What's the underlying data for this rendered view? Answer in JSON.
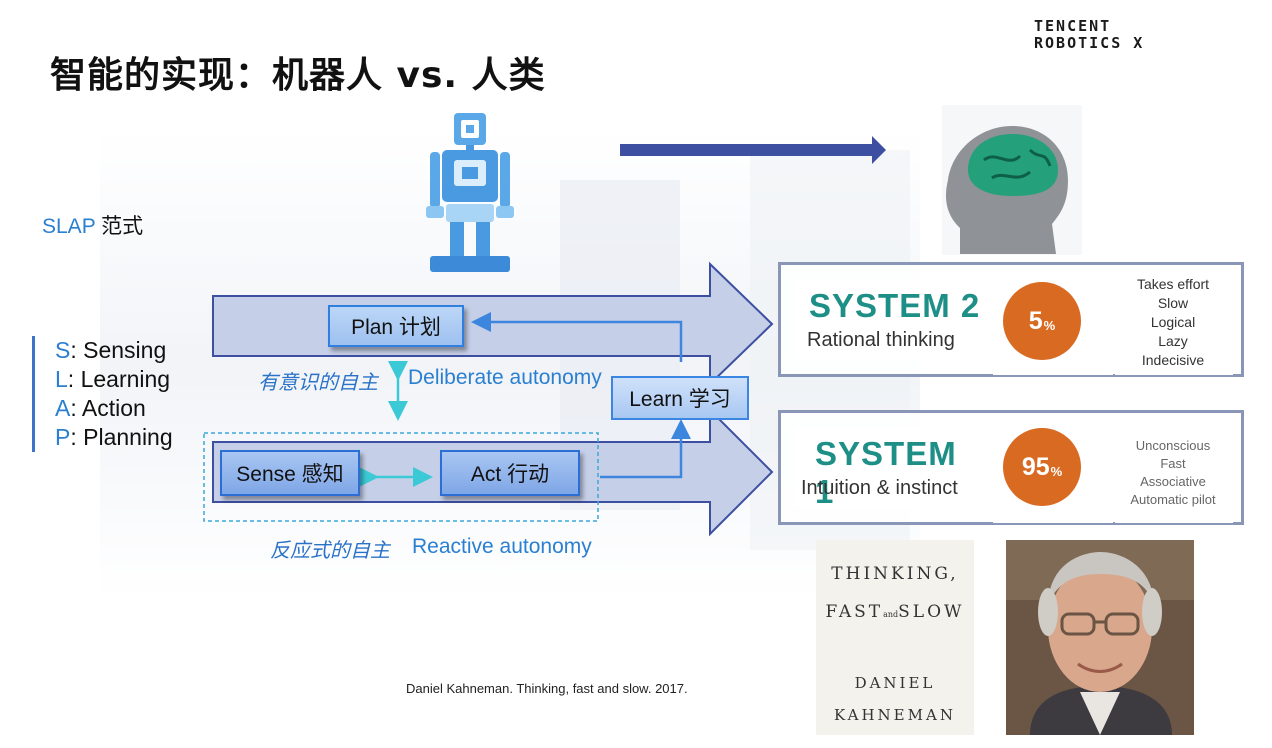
{
  "title": "智能的实现：机器人 vs. 人类",
  "brand": {
    "line1": "TENCENT",
    "line2": "ROBOTICS X"
  },
  "slap": {
    "acronym": "SLAP",
    "suffix": " 范式"
  },
  "slap_items": [
    {
      "k": "S",
      "v": ": Sensing"
    },
    {
      "k": "L",
      "v": ": Learning"
    },
    {
      "k": "A",
      "v": ": Action"
    },
    {
      "k": "P",
      "v": ": Planning"
    }
  ],
  "flow": {
    "plan": "Plan 计划",
    "learn": "Learn 学习",
    "sense": "Sense 感知",
    "act": "Act 行动",
    "deliberate_cn": "有意识的自主",
    "deliberate_en": "Deliberate autonomy",
    "reactive_cn": "反应式的自主",
    "reactive_en": "Reactive autonomy"
  },
  "system2": {
    "name": "SYSTEM 2",
    "sub": "Rational thinking",
    "pct": "5",
    "pct_unit": "%",
    "traits": [
      "Takes effort",
      "Slow",
      "Logical",
      "Lazy",
      "Indecisive"
    ]
  },
  "system1": {
    "name": "SYSTEM 1",
    "sub": "Intuition & instinct",
    "pct": "95",
    "pct_unit": "%",
    "traits": [
      "Unconscious",
      "Fast",
      "Associative",
      "Automatic pilot"
    ]
  },
  "book": {
    "line1": "THINKING,",
    "line2a": "FAST",
    "line2b": "and",
    "line2c": "SLOW",
    "line3": "DANIEL",
    "line4": "KAHNEMAN"
  },
  "citation": "Daniel Kahneman. Thinking, fast and slow. 2017.",
  "colors": {
    "accent": "#2a7fd0",
    "teal": "#1e8f86",
    "orange": "#d96a22",
    "arrow_fill": "#c6cfe8",
    "arrow_stroke": "#3c4fa0"
  }
}
